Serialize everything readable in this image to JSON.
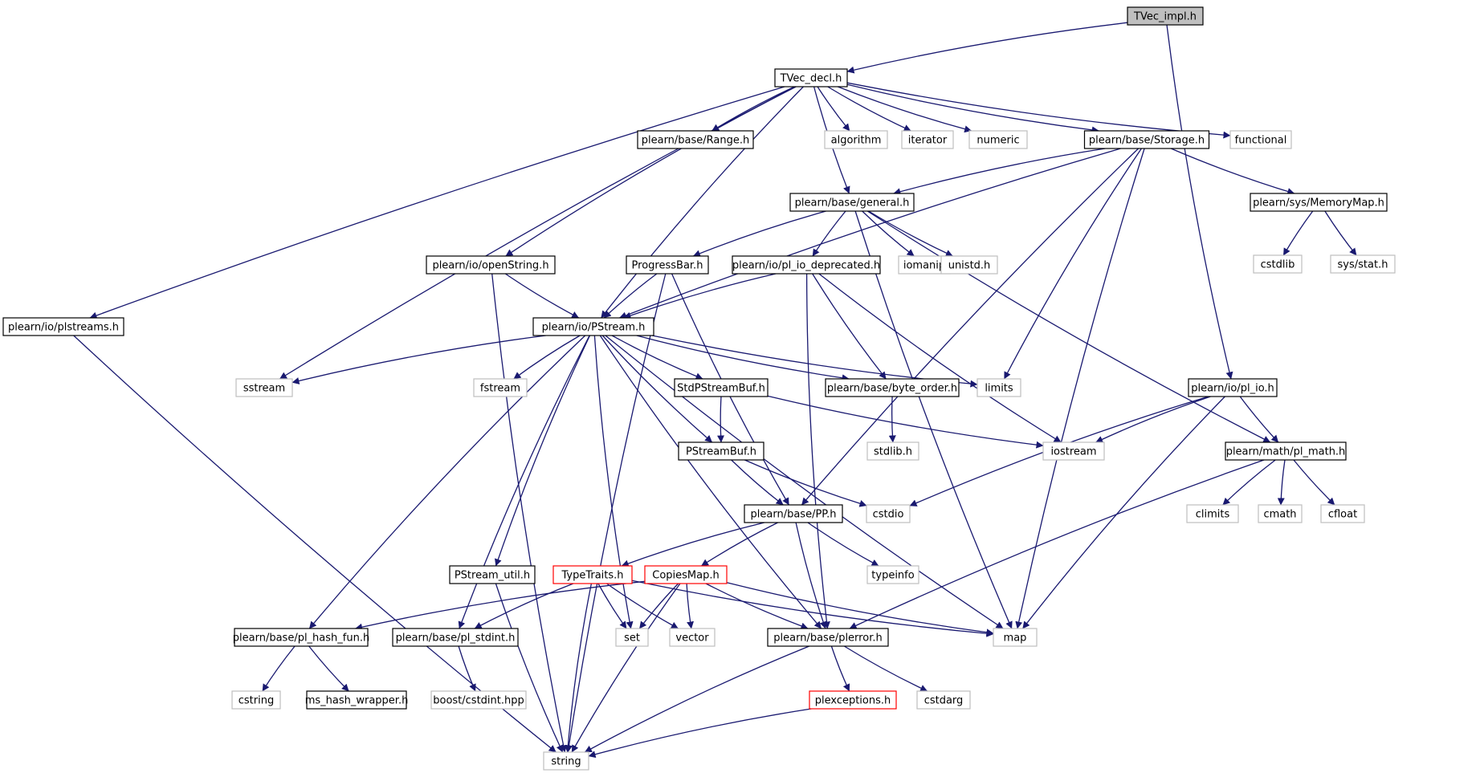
{
  "colors": {
    "edge": "#191970",
    "border_normal": "#000000",
    "border_external": "#bfbfbf",
    "border_truncated": "#ff0000",
    "root_fill": "#bfbfbf",
    "node_fill": "#ffffff"
  },
  "nodes": [
    {
      "id": "tvec_impl",
      "label": "TVec_impl.h",
      "kind": "root"
    },
    {
      "id": "tvec_decl",
      "label": "TVec_decl.h",
      "kind": "normal"
    },
    {
      "id": "range",
      "label": "plearn/base/Range.h",
      "kind": "normal"
    },
    {
      "id": "algorithm",
      "label": "algorithm",
      "kind": "external"
    },
    {
      "id": "iterator",
      "label": "iterator",
      "kind": "external"
    },
    {
      "id": "numeric",
      "label": "numeric",
      "kind": "external"
    },
    {
      "id": "storage",
      "label": "plearn/base/Storage.h",
      "kind": "normal"
    },
    {
      "id": "functional",
      "label": "functional",
      "kind": "external"
    },
    {
      "id": "general",
      "label": "plearn/base/general.h",
      "kind": "normal"
    },
    {
      "id": "memorymap",
      "label": "plearn/sys/MemoryMap.h",
      "kind": "normal"
    },
    {
      "id": "cstdlib",
      "label": "cstdlib",
      "kind": "external"
    },
    {
      "id": "sysstat",
      "label": "sys/stat.h",
      "kind": "external"
    },
    {
      "id": "openstring",
      "label": "plearn/io/openString.h",
      "kind": "normal"
    },
    {
      "id": "progressbar",
      "label": "ProgressBar.h",
      "kind": "normal"
    },
    {
      "id": "pliodep",
      "label": "plearn/io/pl_io_deprecated.h",
      "kind": "normal"
    },
    {
      "id": "iomanip",
      "label": "iomanip",
      "kind": "external"
    },
    {
      "id": "unistd",
      "label": "unistd.h",
      "kind": "external"
    },
    {
      "id": "plstreams",
      "label": "plearn/io/plstreams.h",
      "kind": "normal"
    },
    {
      "id": "pstream",
      "label": "plearn/io/PStream.h",
      "kind": "normal"
    },
    {
      "id": "sstream",
      "label": "sstream",
      "kind": "external"
    },
    {
      "id": "fstream",
      "label": "fstream",
      "kind": "external"
    },
    {
      "id": "stdpsbuf",
      "label": "StdPStreamBuf.h",
      "kind": "normal"
    },
    {
      "id": "byteorder",
      "label": "plearn/base/byte_order.h",
      "kind": "normal"
    },
    {
      "id": "limits",
      "label": "limits",
      "kind": "external"
    },
    {
      "id": "plio",
      "label": "plearn/io/pl_io.h",
      "kind": "normal"
    },
    {
      "id": "psbuf",
      "label": "PStreamBuf.h",
      "kind": "normal"
    },
    {
      "id": "stdlibh",
      "label": "stdlib.h",
      "kind": "external"
    },
    {
      "id": "iostream",
      "label": "iostream",
      "kind": "external"
    },
    {
      "id": "plmath",
      "label": "plearn/math/pl_math.h",
      "kind": "normal"
    },
    {
      "id": "pp",
      "label": "plearn/base/PP.h",
      "kind": "normal"
    },
    {
      "id": "cstdio",
      "label": "cstdio",
      "kind": "external"
    },
    {
      "id": "climits",
      "label": "climits",
      "kind": "external"
    },
    {
      "id": "cmath",
      "label": "cmath",
      "kind": "external"
    },
    {
      "id": "cfloat",
      "label": "cfloat",
      "kind": "external"
    },
    {
      "id": "psutil",
      "label": "PStream_util.h",
      "kind": "normal"
    },
    {
      "id": "typetraits",
      "label": "TypeTraits.h",
      "kind": "truncated"
    },
    {
      "id": "copiesmap",
      "label": "CopiesMap.h",
      "kind": "truncated"
    },
    {
      "id": "typeinfo",
      "label": "typeinfo",
      "kind": "external"
    },
    {
      "id": "hashfun",
      "label": "plearn/base/pl_hash_fun.h",
      "kind": "normal"
    },
    {
      "id": "plstdint",
      "label": "plearn/base/pl_stdint.h",
      "kind": "normal"
    },
    {
      "id": "set",
      "label": "set",
      "kind": "external"
    },
    {
      "id": "vector",
      "label": "vector",
      "kind": "external"
    },
    {
      "id": "plerror",
      "label": "plearn/base/plerror.h",
      "kind": "normal"
    },
    {
      "id": "map",
      "label": "map",
      "kind": "external"
    },
    {
      "id": "cstring",
      "label": "cstring",
      "kind": "external"
    },
    {
      "id": "mshash",
      "label": "ms_hash_wrapper.h",
      "kind": "normal"
    },
    {
      "id": "boostint",
      "label": "boost/cstdint.hpp",
      "kind": "external"
    },
    {
      "id": "plexceptions",
      "label": "plexceptions.h",
      "kind": "truncated"
    },
    {
      "id": "cstdarg",
      "label": "cstdarg",
      "kind": "external"
    },
    {
      "id": "string",
      "label": "string",
      "kind": "external"
    }
  ],
  "edges": [
    [
      "tvec_impl",
      "tvec_decl"
    ],
    [
      "tvec_impl",
      "plio"
    ],
    [
      "tvec_decl",
      "range"
    ],
    [
      "tvec_decl",
      "algorithm"
    ],
    [
      "tvec_decl",
      "iterator"
    ],
    [
      "tvec_decl",
      "numeric"
    ],
    [
      "tvec_decl",
      "storage"
    ],
    [
      "tvec_decl",
      "functional"
    ],
    [
      "tvec_decl",
      "general"
    ],
    [
      "tvec_decl",
      "openstring"
    ],
    [
      "tvec_decl",
      "pstream"
    ],
    [
      "tvec_decl",
      "sstream"
    ],
    [
      "tvec_decl",
      "plstreams"
    ],
    [
      "storage",
      "general"
    ],
    [
      "storage",
      "memorymap"
    ],
    [
      "storage",
      "pstream"
    ],
    [
      "storage",
      "limits"
    ],
    [
      "storage",
      "pp"
    ],
    [
      "storage",
      "map"
    ],
    [
      "memorymap",
      "cstdlib"
    ],
    [
      "memorymap",
      "sysstat"
    ],
    [
      "general",
      "progressbar"
    ],
    [
      "general",
      "pliodep"
    ],
    [
      "general",
      "iomanip"
    ],
    [
      "general",
      "unistd"
    ],
    [
      "general",
      "map"
    ],
    [
      "general",
      "plmath"
    ],
    [
      "openstring",
      "pstream"
    ],
    [
      "openstring",
      "string"
    ],
    [
      "progressbar",
      "pstream"
    ],
    [
      "progressbar",
      "pp"
    ],
    [
      "progressbar",
      "string"
    ],
    [
      "pliodep",
      "pstream"
    ],
    [
      "pliodep",
      "byteorder"
    ],
    [
      "pliodep",
      "iostream"
    ],
    [
      "pliodep",
      "plerror"
    ],
    [
      "plstreams",
      "string"
    ],
    [
      "pstream",
      "sstream"
    ],
    [
      "pstream",
      "fstream"
    ],
    [
      "pstream",
      "stdpsbuf"
    ],
    [
      "pstream",
      "byteorder"
    ],
    [
      "pstream",
      "limits"
    ],
    [
      "pstream",
      "psbuf"
    ],
    [
      "pstream",
      "psutil"
    ],
    [
      "pstream",
      "hashfun"
    ],
    [
      "pstream",
      "plstdint"
    ],
    [
      "pstream",
      "set"
    ],
    [
      "pstream",
      "plerror"
    ],
    [
      "pstream",
      "map"
    ],
    [
      "stdpsbuf",
      "psbuf"
    ],
    [
      "stdpsbuf",
      "iostream"
    ],
    [
      "byteorder",
      "stdlibh"
    ],
    [
      "psbuf",
      "pp"
    ],
    [
      "psbuf",
      "cstdio"
    ],
    [
      "plio",
      "iostream"
    ],
    [
      "plio",
      "plmath"
    ],
    [
      "plio",
      "cstdio"
    ],
    [
      "plio",
      "map"
    ],
    [
      "plmath",
      "climits"
    ],
    [
      "plmath",
      "cmath"
    ],
    [
      "plmath",
      "cfloat"
    ],
    [
      "plmath",
      "plerror"
    ],
    [
      "pp",
      "typetraits"
    ],
    [
      "pp",
      "copiesmap"
    ],
    [
      "pp",
      "typeinfo"
    ],
    [
      "pp",
      "plerror"
    ],
    [
      "psutil",
      "string"
    ],
    [
      "typetraits",
      "plstdint"
    ],
    [
      "typetraits",
      "set"
    ],
    [
      "typetraits",
      "vector"
    ],
    [
      "typetraits",
      "map"
    ],
    [
      "typetraits",
      "string"
    ],
    [
      "copiesmap",
      "hashfun"
    ],
    [
      "copiesmap",
      "set"
    ],
    [
      "copiesmap",
      "vector"
    ],
    [
      "copiesmap",
      "map"
    ],
    [
      "copiesmap",
      "plerror"
    ],
    [
      "copiesmap",
      "string"
    ],
    [
      "hashfun",
      "cstring"
    ],
    [
      "hashfun",
      "mshash"
    ],
    [
      "plstdint",
      "boostint"
    ],
    [
      "plerror",
      "plexceptions"
    ],
    [
      "plerror",
      "cstdarg"
    ],
    [
      "plerror",
      "string"
    ],
    [
      "plexceptions",
      "string"
    ]
  ]
}
